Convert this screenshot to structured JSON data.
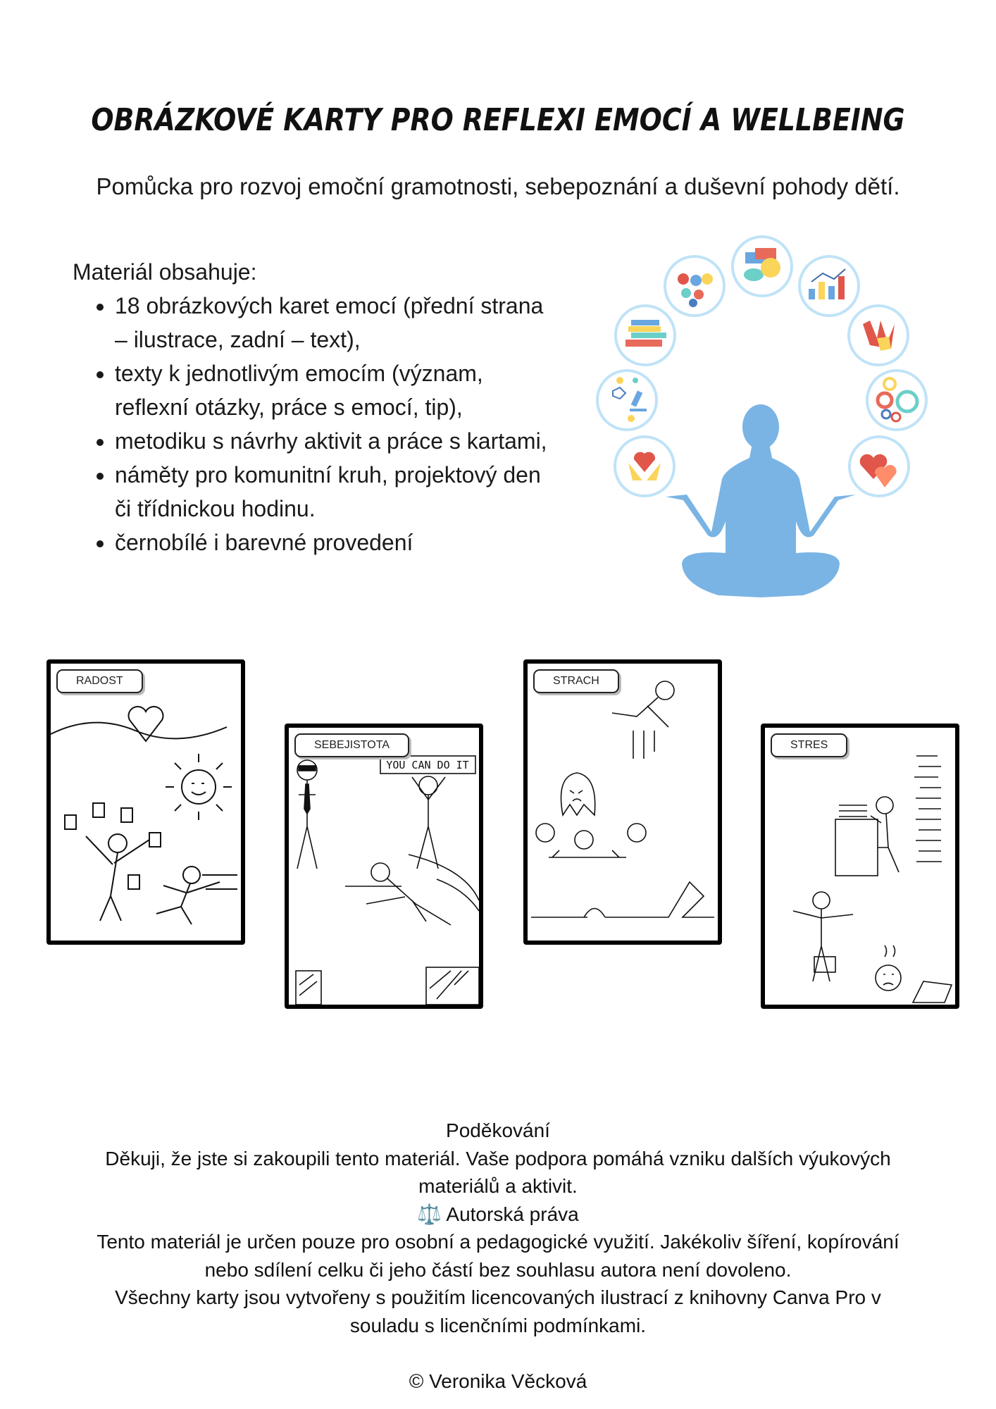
{
  "header": {
    "title": "OBRÁZKOVÉ KARTY PRO REFLEXI EMOCÍ A WELLBEING",
    "subtitle": "Pomůcka pro rozvoj emoční gramotnosti, sebepoznání a duševní pohody dětí."
  },
  "materials": {
    "heading": "Materiál obsahuje:",
    "items": [
      "18 obrázkových karet emocí (přední strana – ilustrace, zadní – text),",
      "texty k jednotlivým emocím (význam, reflexní otázky, práce s emocí, tip),",
      "metodiku s návrhy aktivit a práce s kartami,",
      "náměty pro komunitní kruh, projektový den či třídnickou hodinu.",
      "černobílé i barevné provedení"
    ]
  },
  "cards": [
    {
      "label": "RADOST"
    },
    {
      "label": "SEBEJISTOTA",
      "sign": "YOU CAN DO IT"
    },
    {
      "label": "STRACH"
    },
    {
      "label": "STRES"
    }
  ],
  "colors": {
    "figure": "#7ab4e4",
    "ring": "#bfe3f7",
    "accent": "#f0a020"
  },
  "footer": {
    "thanks_heading": "Poděkování",
    "thanks_lines": [
      "Děkuji, že jste si zakoupili tento materiál. Vaše podpora pomáhá vzniku dalších výukových",
      "materiálů a aktivit."
    ],
    "copyright_icon": "⚖️",
    "copyright_heading": "Autorská práva",
    "copyright_lines": [
      "Tento materiál je určen pouze pro osobní a pedagogické využití. Jakékoliv šíření, kopírování",
      "nebo sdílení celku či jeho částí bez souhlasu autora není dovoleno.",
      "Všechny karty jsou vytvořeny s použitím licencovaných ilustrací z knihovny Canva Pro v",
      "souladu s licenčními podmínkami."
    ],
    "author": "© Veronika Věcková"
  }
}
